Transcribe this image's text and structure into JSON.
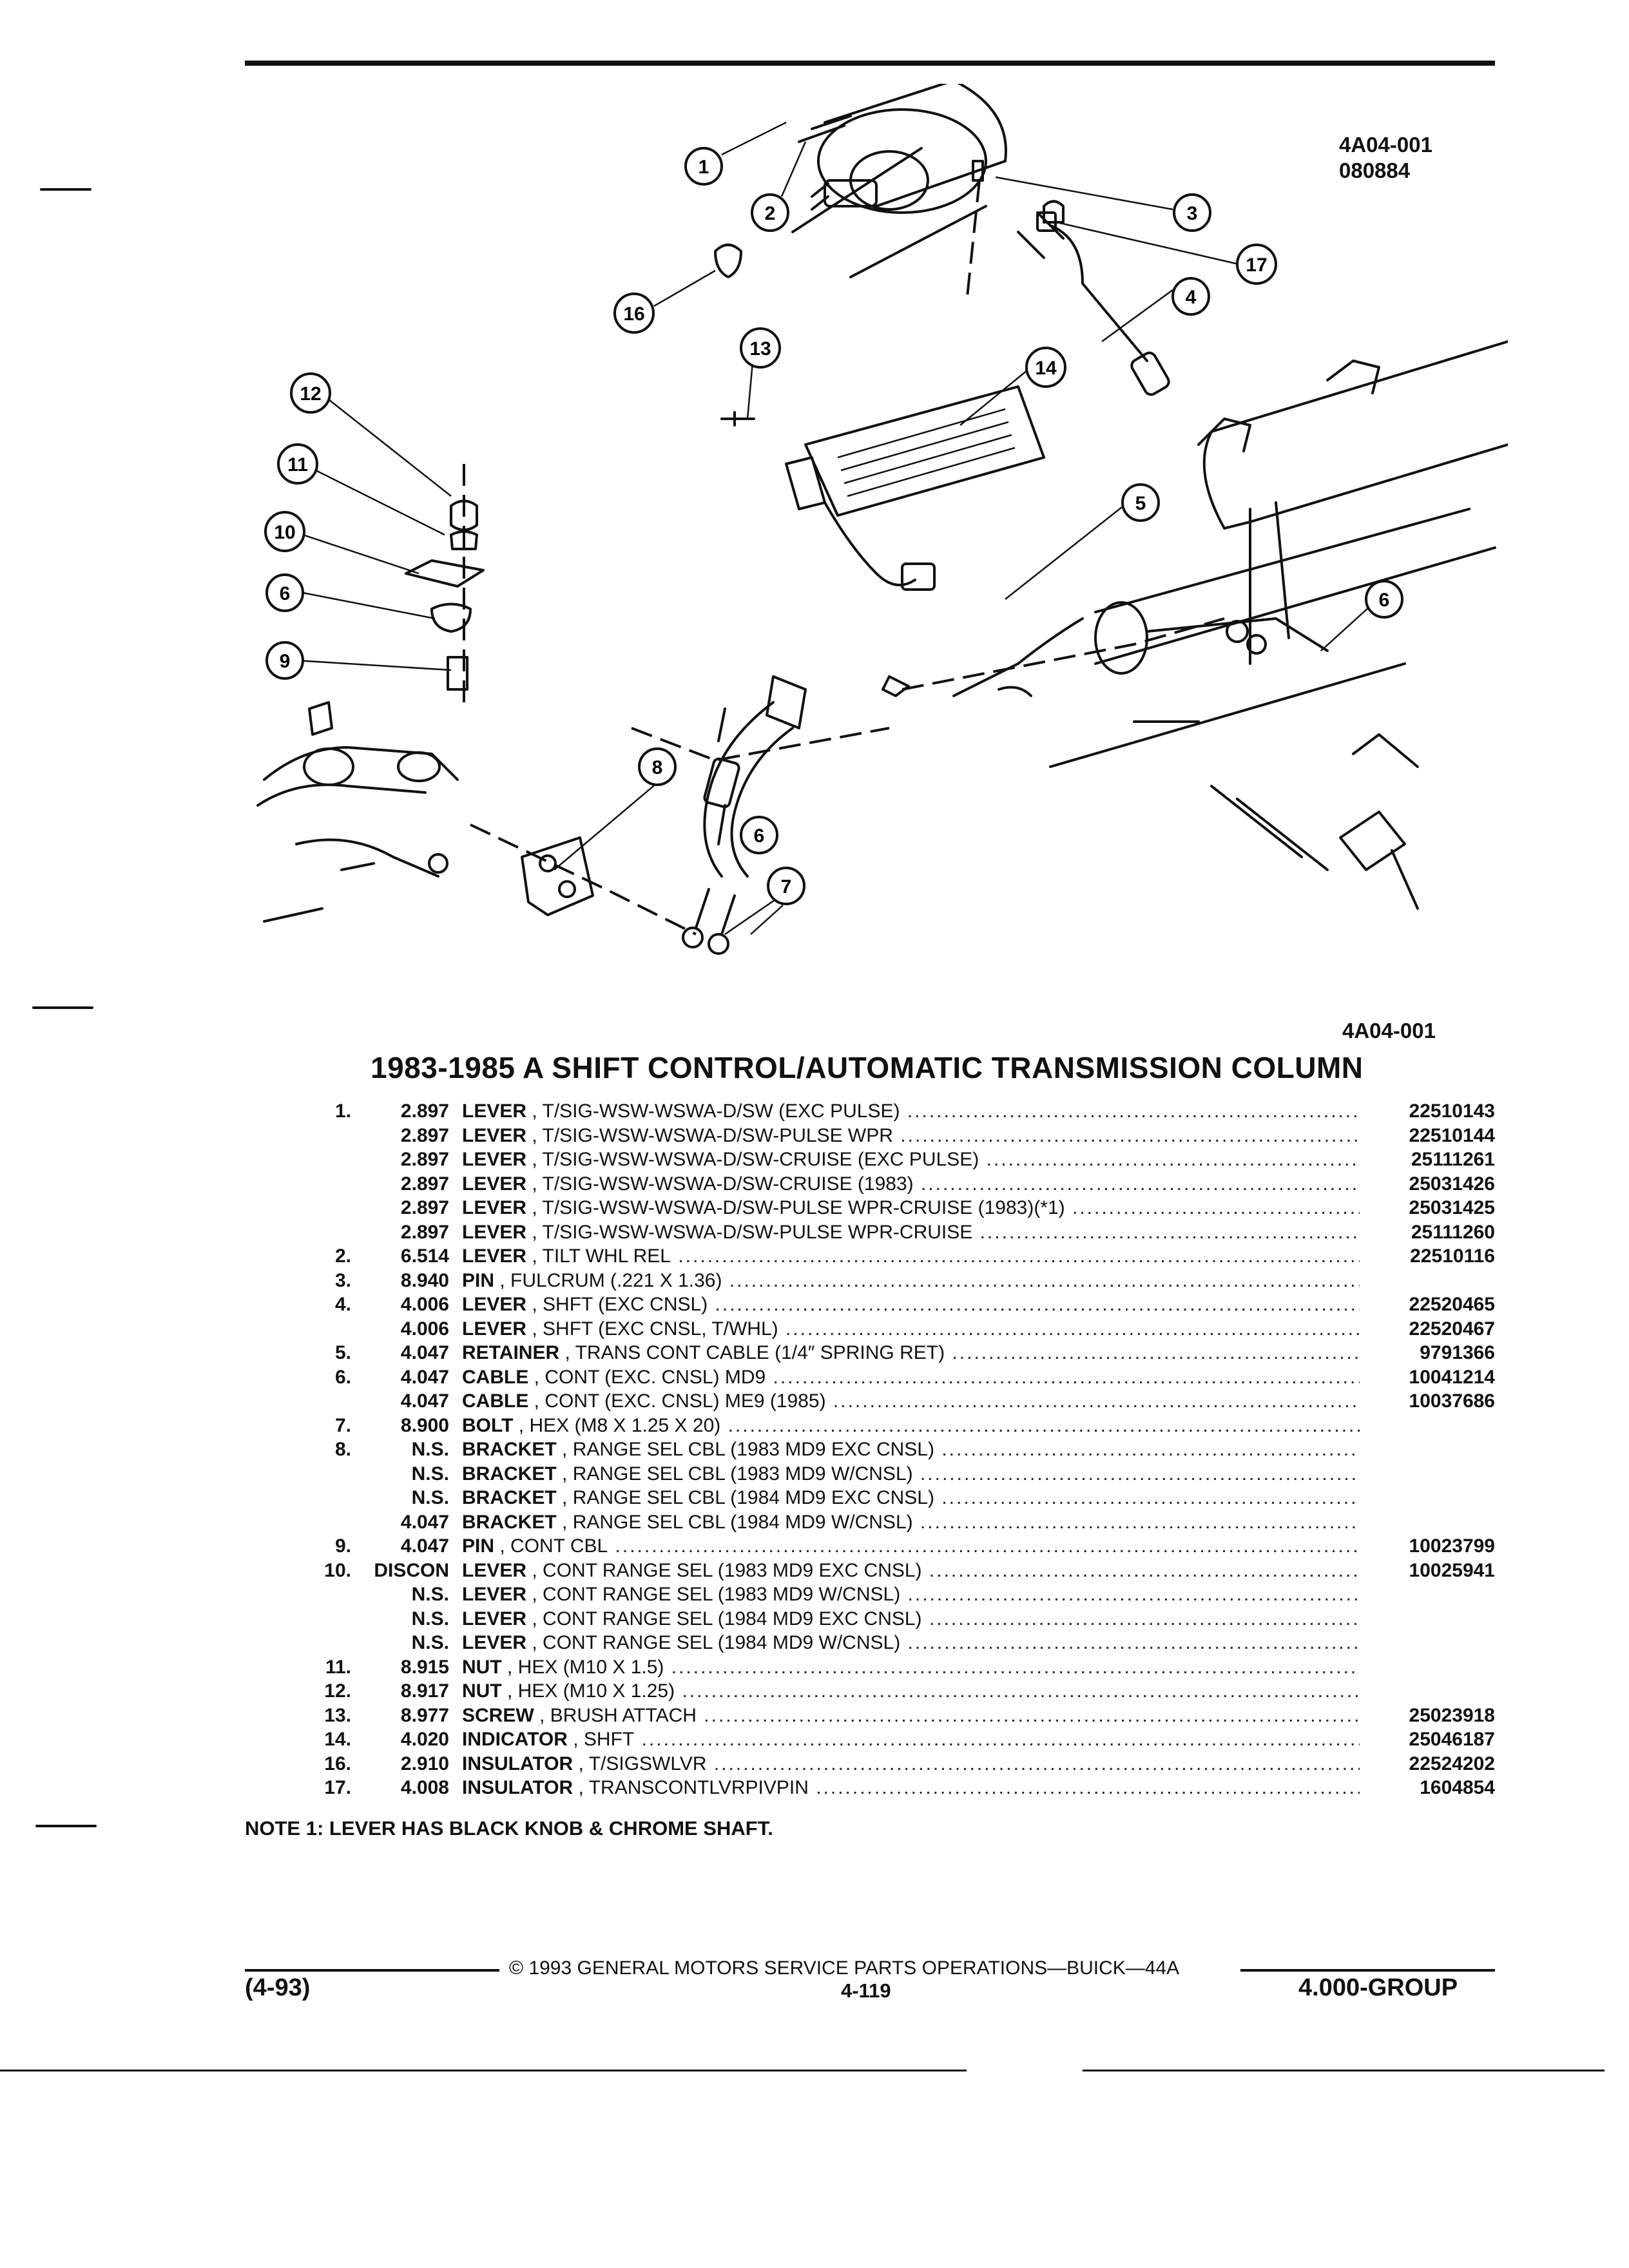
{
  "diagram": {
    "ref_top": [
      "4A04-001",
      "080884"
    ],
    "ref_bottom": "4A04-001",
    "callouts": [
      "1",
      "2",
      "3",
      "17",
      "16",
      "4",
      "13",
      "14",
      "12",
      "11",
      "10",
      "6",
      "9",
      "5",
      "6",
      "8",
      "6",
      "7"
    ]
  },
  "title": "1983-1985 A SHIFT CONTROL/AUTOMATIC TRANSMISSION COLUMN",
  "parts": [
    {
      "no": "1.",
      "grp": "2.897",
      "name": "LEVER",
      "spec": "T/SIG-WSW-WSWA-D/SW (EXC PULSE)",
      "pn": "22510143"
    },
    {
      "no": "",
      "grp": "2.897",
      "name": "LEVER",
      "spec": "T/SIG-WSW-WSWA-D/SW-PULSE WPR",
      "pn": "22510144"
    },
    {
      "no": "",
      "grp": "2.897",
      "name": "LEVER",
      "spec": "T/SIG-WSW-WSWA-D/SW-CRUISE (EXC PULSE)",
      "pn": "25111261"
    },
    {
      "no": "",
      "grp": "2.897",
      "name": "LEVER",
      "spec": "T/SIG-WSW-WSWA-D/SW-CRUISE (1983)",
      "pn": "25031426"
    },
    {
      "no": "",
      "grp": "2.897",
      "name": "LEVER",
      "spec": "T/SIG-WSW-WSWA-D/SW-PULSE WPR-CRUISE (1983)(*1)",
      "pn": "25031425"
    },
    {
      "no": "",
      "grp": "2.897",
      "name": "LEVER",
      "spec": "T/SIG-WSW-WSWA-D/SW-PULSE WPR-CRUISE",
      "pn": "25111260"
    },
    {
      "no": "2.",
      "grp": "6.514",
      "name": "LEVER",
      "spec": "TILT WHL REL",
      "pn": "22510116"
    },
    {
      "no": "3.",
      "grp": "8.940",
      "name": "PIN",
      "spec": "FULCRUM (.221 X 1.36)",
      "pn": ""
    },
    {
      "no": "4.",
      "grp": "4.006",
      "name": "LEVER",
      "spec": "SHFT (EXC CNSL)",
      "pn": "22520465"
    },
    {
      "no": "",
      "grp": "4.006",
      "name": "LEVER",
      "spec": "SHFT (EXC CNSL, T/WHL)",
      "pn": "22520467"
    },
    {
      "no": "5.",
      "grp": "4.047",
      "name": "RETAINER",
      "spec": "TRANS CONT CABLE (1/4″ SPRING RET)",
      "pn": "9791366"
    },
    {
      "no": "6.",
      "grp": "4.047",
      "name": "CABLE",
      "spec": "CONT (EXC. CNSL) MD9",
      "pn": "10041214"
    },
    {
      "no": "",
      "grp": "4.047",
      "name": "CABLE",
      "spec": "CONT (EXC. CNSL) ME9 (1985)",
      "pn": "10037686"
    },
    {
      "no": "7.",
      "grp": "8.900",
      "name": "BOLT",
      "spec": "HEX (M8 X 1.25 X 20)",
      "pn": ""
    },
    {
      "no": "8.",
      "grp": "N.S.",
      "name": "BRACKET",
      "spec": "RANGE SEL CBL (1983 MD9 EXC CNSL)",
      "pn": ""
    },
    {
      "no": "",
      "grp": "N.S.",
      "name": "BRACKET",
      "spec": "RANGE SEL CBL (1983 MD9 W/CNSL)",
      "pn": ""
    },
    {
      "no": "",
      "grp": "N.S.",
      "name": "BRACKET",
      "spec": "RANGE SEL CBL (1984 MD9 EXC CNSL)",
      "pn": ""
    },
    {
      "no": "",
      "grp": "4.047",
      "name": "BRACKET",
      "spec": "RANGE SEL CBL (1984 MD9 W/CNSL)",
      "pn": ""
    },
    {
      "no": "9.",
      "grp": "4.047",
      "name": "PIN",
      "spec": "CONT CBL",
      "pn": "10023799"
    },
    {
      "no": "10.",
      "grp": "DISCON",
      "name": "LEVER",
      "spec": "CONT RANGE SEL (1983 MD9 EXC CNSL)",
      "pn": "10025941"
    },
    {
      "no": "",
      "grp": "N.S.",
      "name": "LEVER",
      "spec": "CONT RANGE SEL (1983 MD9 W/CNSL)",
      "pn": ""
    },
    {
      "no": "",
      "grp": "N.S.",
      "name": "LEVER",
      "spec": "CONT RANGE SEL (1984 MD9 EXC CNSL)",
      "pn": ""
    },
    {
      "no": "",
      "grp": "N.S.",
      "name": "LEVER",
      "spec": "CONT RANGE SEL (1984 MD9 W/CNSL)",
      "pn": ""
    },
    {
      "no": "11.",
      "grp": "8.915",
      "name": "NUT",
      "spec": "HEX (M10 X 1.5)",
      "pn": ""
    },
    {
      "no": "12.",
      "grp": "8.917",
      "name": "NUT",
      "spec": "HEX (M10 X 1.25)",
      "pn": ""
    },
    {
      "no": "13.",
      "grp": "8.977",
      "name": "SCREW",
      "spec": "BRUSH ATTACH",
      "pn": "25023918"
    },
    {
      "no": "14.",
      "grp": "4.020",
      "name": "INDICATOR",
      "spec": "SHFT",
      "pn": "25046187"
    },
    {
      "no": "16.",
      "grp": "2.910",
      "name": "INSULATOR",
      "spec": "T/SIGSWLVR",
      "pn": "22524202"
    },
    {
      "no": "17.",
      "grp": "4.008",
      "name": "INSULATOR",
      "spec": "TRANSCONTLVRPIVPIN",
      "pn": "1604854"
    }
  ],
  "note": "NOTE  1:  LEVER HAS BLACK KNOB & CHROME SHAFT.",
  "footer": {
    "copyright": "©  1993  GENERAL MOTORS SERVICE PARTS OPERATIONS—BUICK—44A",
    "page": "4-119",
    "date_code": "(4-93)",
    "group": "4.000-GROUP"
  }
}
